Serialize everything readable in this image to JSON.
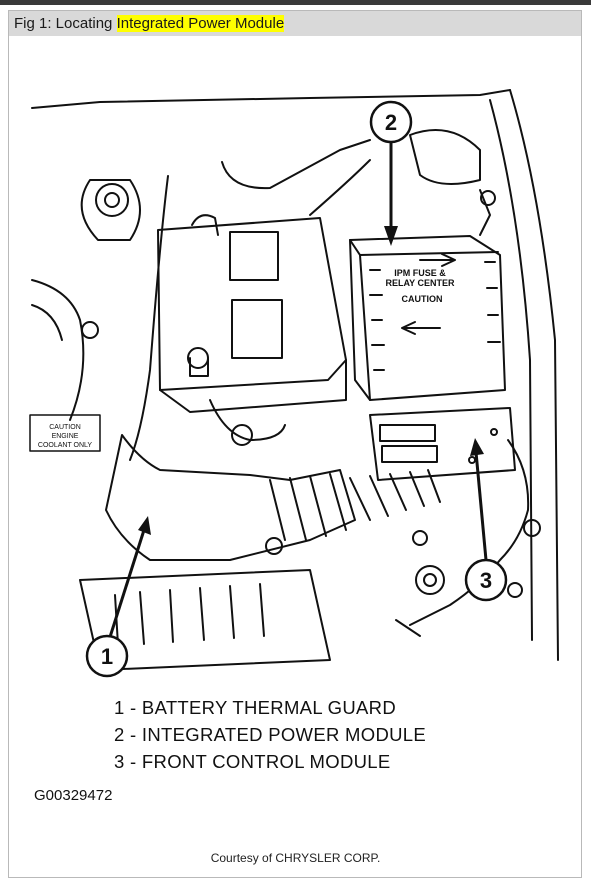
{
  "figure": {
    "title_prefix": "Fig 1: Locating ",
    "title_highlight": "Integrated Power Module",
    "highlight_color": "#ffff00"
  },
  "diagram": {
    "callouts": [
      "1",
      "2",
      "3"
    ],
    "ipm_label_line1": "IPM FUSE &",
    "ipm_label_line2": "RELAY CENTER",
    "ipm_caution": "CAUTION",
    "coolant_line1": "CAUTION",
    "coolant_line2": "ENGINE",
    "coolant_line3": "COOLANT ONLY"
  },
  "legend": [
    "1 - BATTERY THERMAL GUARD",
    "2 - INTEGRATED POWER MODULE",
    "3 - FRONT CONTROL MODULE"
  ],
  "figure_code": "G00329472",
  "courtesy": "Courtesy of CHRYSLER CORP."
}
